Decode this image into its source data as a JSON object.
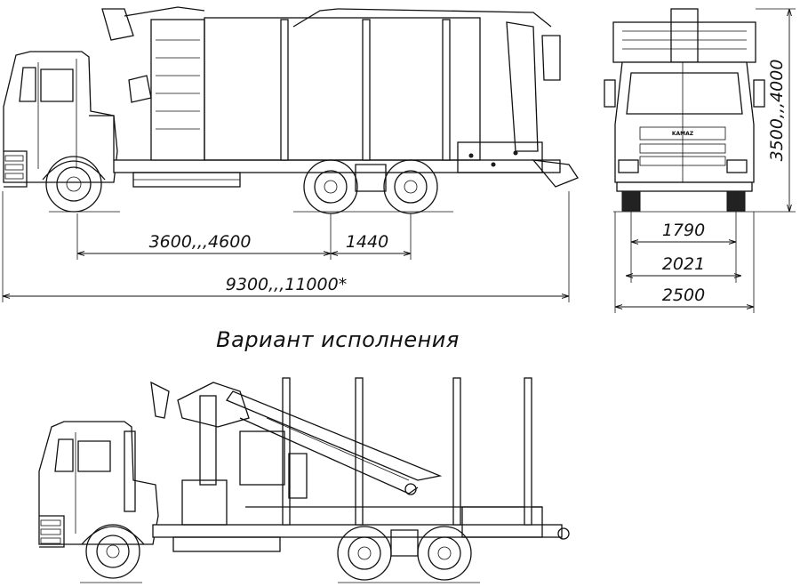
{
  "dimensions": {
    "wheelbase": "3600,,,4600",
    "rear_axle_spacing": "1440",
    "overall_length": "9300,,,11000*",
    "overall_height": "3500,,,4000",
    "track_inner": "1790",
    "track_outer": "2021",
    "overall_width": "2500"
  },
  "caption": "Вариант исполнения",
  "cab_logo": "KAMAZ",
  "colors": {
    "line": "#111111",
    "background": "#ffffff"
  }
}
